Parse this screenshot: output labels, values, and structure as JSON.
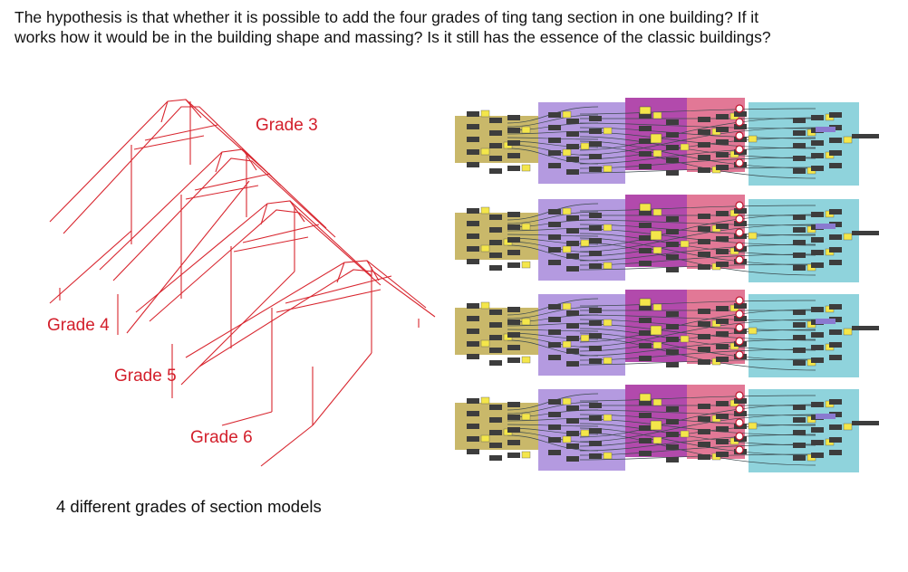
{
  "hypothesis": {
    "line1": "The hypothesis is that whether it is possible to add the four grades of ting tang section in one building? If it",
    "line2": "works how it would be in the building shape and massing? Is it still has the essence of the classic buildings?"
  },
  "section_models": {
    "labels": [
      "Grade 3",
      "Grade 4",
      "Grade 5",
      "Grade 6"
    ],
    "caption": "4 different grades of section models"
  },
  "definition_panels": {
    "count": 4,
    "group_colors": [
      "#c9b86a",
      "#b49ae0",
      "#b24aac",
      "#e27896",
      "#8fd3dc"
    ]
  },
  "colors": {
    "wireframe": "#d8262f",
    "label": "#d3202c"
  }
}
